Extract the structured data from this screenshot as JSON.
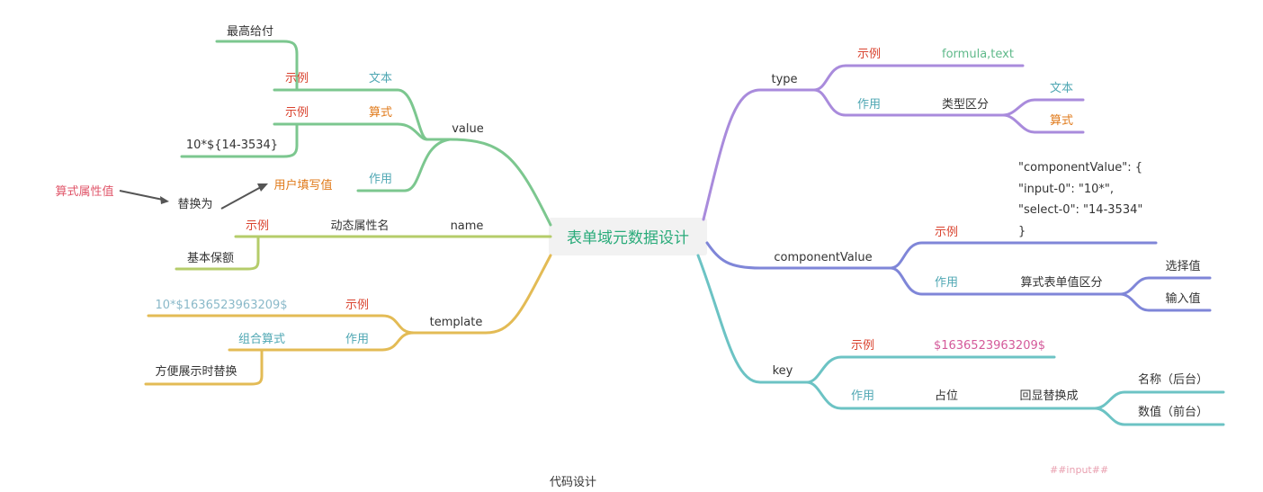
{
  "root": {
    "label": "表单域元数据设计"
  },
  "footer": {
    "caption": "代码设计"
  },
  "value_branch": {
    "label": "value",
    "example_1": {
      "tag": "示例",
      "text": "文本",
      "detail": "最高给付"
    },
    "example_2": {
      "tag": "示例",
      "text": "算式",
      "detail": "10*${14-3534}"
    },
    "usage": {
      "tag": "作用",
      "text": "用户填写值"
    },
    "annotation": {
      "source": "算式属性值",
      "action": "替换为"
    }
  },
  "name_branch": {
    "label": "name",
    "example": {
      "tag": "示例",
      "text": "动态属性名",
      "detail": "基本保额"
    }
  },
  "template_branch": {
    "label": "template",
    "example": {
      "tag": "示例",
      "text": "10*$1636523963209$"
    },
    "usage": {
      "tag": "作用",
      "text": "组合算式",
      "detail": "方便展示时替换"
    }
  },
  "type_branch": {
    "label": "type",
    "example": {
      "tag": "示例",
      "text": "formula,text"
    },
    "usage": {
      "tag": "作用",
      "text": "类型区分",
      "options": [
        "文本",
        "算式"
      ]
    }
  },
  "component_branch": {
    "label": "componentValue",
    "example": {
      "tag": "示例",
      "code_lines": [
        "\"componentValue\": {",
        " \"input-0\": \"10*\",",
        " \"select-0\": \"14-3534\"",
        " }"
      ]
    },
    "usage": {
      "tag": "作用",
      "text": "算式表单值区分",
      "options": [
        "选择值",
        "输入值"
      ]
    }
  },
  "key_branch": {
    "label": "key",
    "example": {
      "tag": "示例",
      "text": "$1636523963209$"
    },
    "usage": {
      "tag": "作用",
      "text": "占位",
      "detail": "回显替换成",
      "options": [
        "名称（后台）",
        "数值（前台）"
      ]
    }
  },
  "faint_text": "##input##",
  "colors": {
    "value": "#7cc78f",
    "name": "#b5cc6a",
    "template": "#e3bb55",
    "type": "#a98bdc",
    "componentValue": "#7f86d8",
    "key": "#6cc3c4",
    "annotation_arrow": "#555555"
  }
}
